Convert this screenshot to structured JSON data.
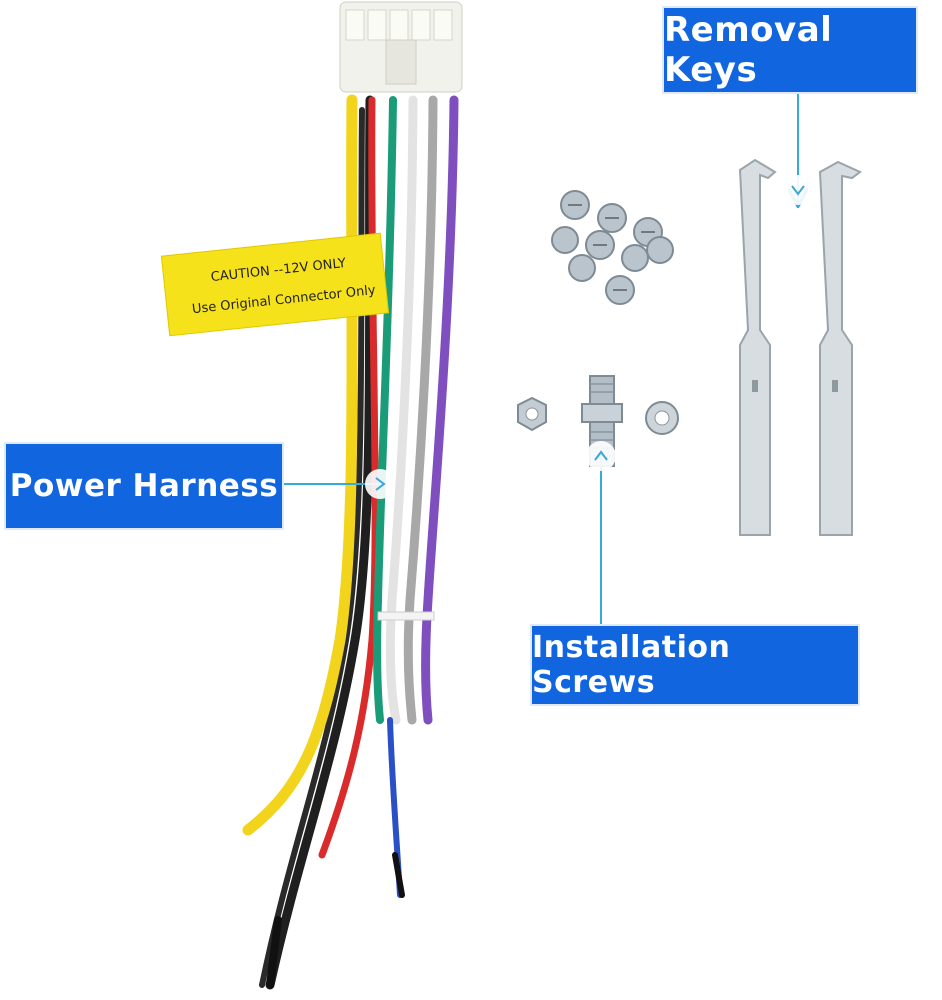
{
  "callouts": {
    "removal_keys": "Removal Keys",
    "power_harness": "Power Harness",
    "installation_screws": "Installation Screws"
  },
  "caution_tag": {
    "line1": "CAUTION --12V ONLY",
    "line2": "Use Original Connector Only"
  },
  "colors": {
    "callout_blue": "#1166e0",
    "pointer_blue": "#3aa8d6",
    "caution_yellow": "#f6e21a",
    "wire_colors": [
      "#f2d41c",
      "#d92b2b",
      "#1f1f1f",
      "#1a9c78",
      "#e8e8e8",
      "#a8a8a8",
      "#7f4fc0",
      "#2b4fc4"
    ]
  }
}
